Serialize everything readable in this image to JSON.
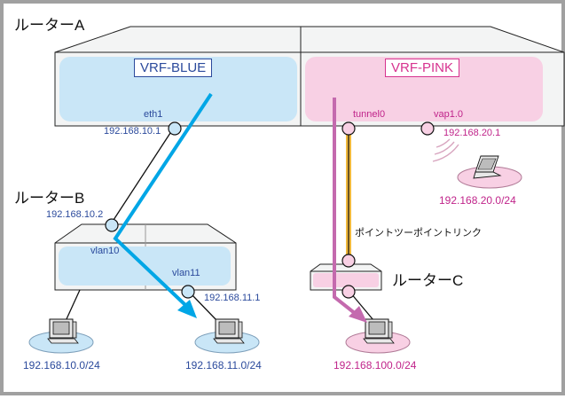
{
  "routers": {
    "a": {
      "title": "ルーターA"
    },
    "b": {
      "title": "ルーターB"
    },
    "c": {
      "title": "ルーターC"
    }
  },
  "vrfs": {
    "blue": {
      "label": "VRF-BLUE",
      "color": "#2b4a9c",
      "fill": "#c9e6f7"
    },
    "pink": {
      "label": "VRF-PINK",
      "color": "#d6338f",
      "fill": "#f8d0e4"
    }
  },
  "interfaces": {
    "eth1": {
      "name": "eth1",
      "ip": "192.168.10.1"
    },
    "tunnel0": {
      "name": "tunnel0"
    },
    "vap1_0": {
      "name": "vap1.0",
      "ip": "192.168.20.1"
    },
    "routerB_up": {
      "ip": "192.168.10.2"
    },
    "vlan10": {
      "name": "vlan10"
    },
    "vlan11": {
      "name": "vlan11",
      "ip": "192.168.11.1"
    }
  },
  "links": {
    "p2p": {
      "label": "ポイントツーポイントリンク",
      "color": "#f0b93c"
    }
  },
  "networks": {
    "net10": {
      "label": "192.168.10.0/24"
    },
    "net11": {
      "label": "192.168.11.0/24"
    },
    "net20": {
      "label": "192.168.20.0/24"
    },
    "net100": {
      "label": "192.168.100.0/24"
    }
  },
  "paths": {
    "blue_color": "#00a6e6",
    "pink_color": "#c46aae"
  }
}
